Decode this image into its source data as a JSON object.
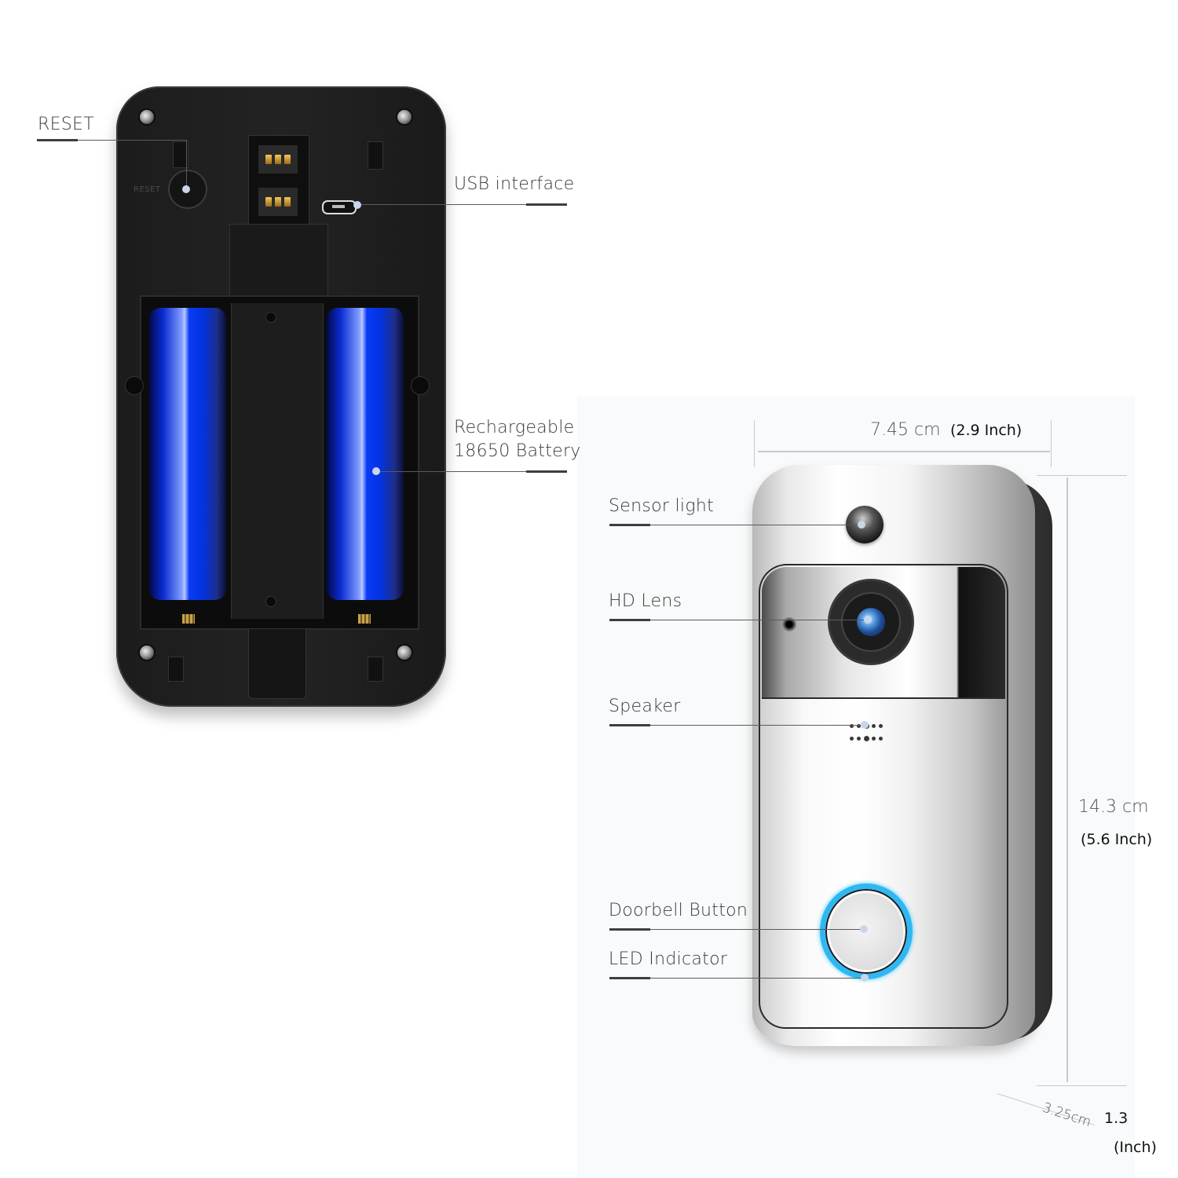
{
  "back_view": {
    "callouts": {
      "reset": "RESET",
      "usb": "USB interface",
      "battery_line1": "Rechargeable",
      "battery_line2": "18650 Battery"
    },
    "engraved_text": "RESET"
  },
  "front_view": {
    "callouts": {
      "sensor_light": "Sensor light",
      "hd_lens": "HD Lens",
      "speaker": "Speaker",
      "doorbell_button": "Doorbell Button",
      "led_indicator": "LED Indicator"
    },
    "dimensions": {
      "width_cm": "7.45 cm",
      "width_in": "(2.9 Inch)",
      "height_cm": "14.3 cm",
      "height_in": "(5.6 Inch)",
      "depth_cm": "3.25cm",
      "depth_in_value": "1.3",
      "depth_in_unit": "(Inch)"
    }
  },
  "colors": {
    "led_ring": "#2fb7f2",
    "battery_blue": "#0a3bf5",
    "device_back": "#1c1c1c",
    "label_text": "#3a3a3a"
  }
}
